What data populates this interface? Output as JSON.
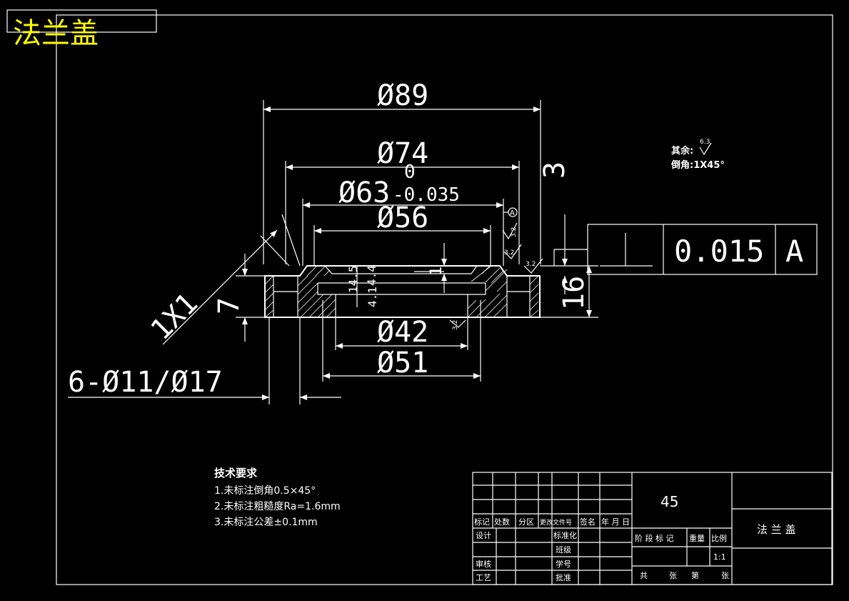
{
  "drawing": {
    "title": "法兰盖",
    "dimensions": {
      "d89": "Ø89",
      "d74": "Ø74",
      "d63": "Ø63",
      "d63_tol_upper": "0",
      "d63_tol_lower": "-0.035",
      "d56": "Ø56",
      "d42": "Ø42",
      "d51": "Ø51",
      "holes": "6-Ø11/Ø17",
      "chamfer": "1X1",
      "h7": "7",
      "h16": "16",
      "h3": "3",
      "h1": "1",
      "h14": "14.5",
      "h4": "4.4",
      "h41": "4.1"
    },
    "roughness": {
      "r32a": "3.2",
      "r32b": "3.2",
      "r32c": "3.2",
      "r32d": "3.2"
    },
    "datum_label": "A",
    "tolerance_frame": {
      "value": "0.015",
      "datum": "A"
    },
    "notes_right": {
      "rest_label": "其余:",
      "rest_value": "6.3",
      "chamfer_note": "倒角:1X45°"
    },
    "tech_requirements": {
      "heading": "技术要求",
      "items": [
        "1.未标注倒角0.5×45°",
        "2.未标注粗糙度Ra=1.6mm",
        "3.未标注公差±0.1mm"
      ]
    }
  },
  "title_block": {
    "material": "45",
    "name": "法 兰 盖",
    "rev_headers": [
      "标记",
      "处数",
      "分区",
      "更改文件号",
      "签名",
      "年 月 日"
    ],
    "row_design": "设计",
    "row_standard": "标准化",
    "row_class": "班级",
    "row_review": "审核",
    "row_student_id": "学号",
    "row_process": "工艺",
    "row_approve": "批准",
    "stage_headers": [
      "阶 段 标 记",
      "重量",
      "比例"
    ],
    "scale": "1:1",
    "sheet_total": "共",
    "sheet_unit1": "张",
    "sheet_no": "第",
    "sheet_unit2": "张"
  }
}
